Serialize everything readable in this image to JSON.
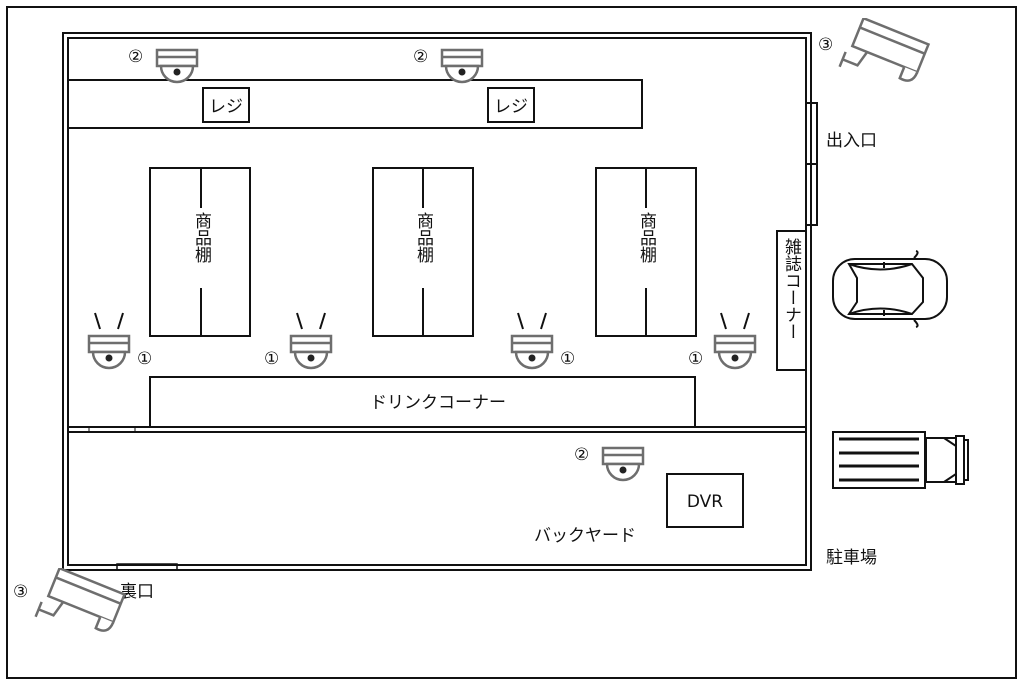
{
  "title": "店舗防犯カメラ配置図",
  "areas": {
    "register": "レジ",
    "shelf": "商品棚",
    "drink_corner": "ドリンクコーナー",
    "magazine_corner": "雑誌コーナー",
    "backyard": "バックヤード",
    "dvr": "DVR",
    "entrance": "出入口",
    "back_door": "裏口",
    "parking": "駐車場"
  },
  "camera_labels": {
    "type1": "①",
    "type2": "②",
    "type3": "③"
  },
  "colors": {
    "line": "#111111",
    "camera": "#6e6e6e"
  }
}
